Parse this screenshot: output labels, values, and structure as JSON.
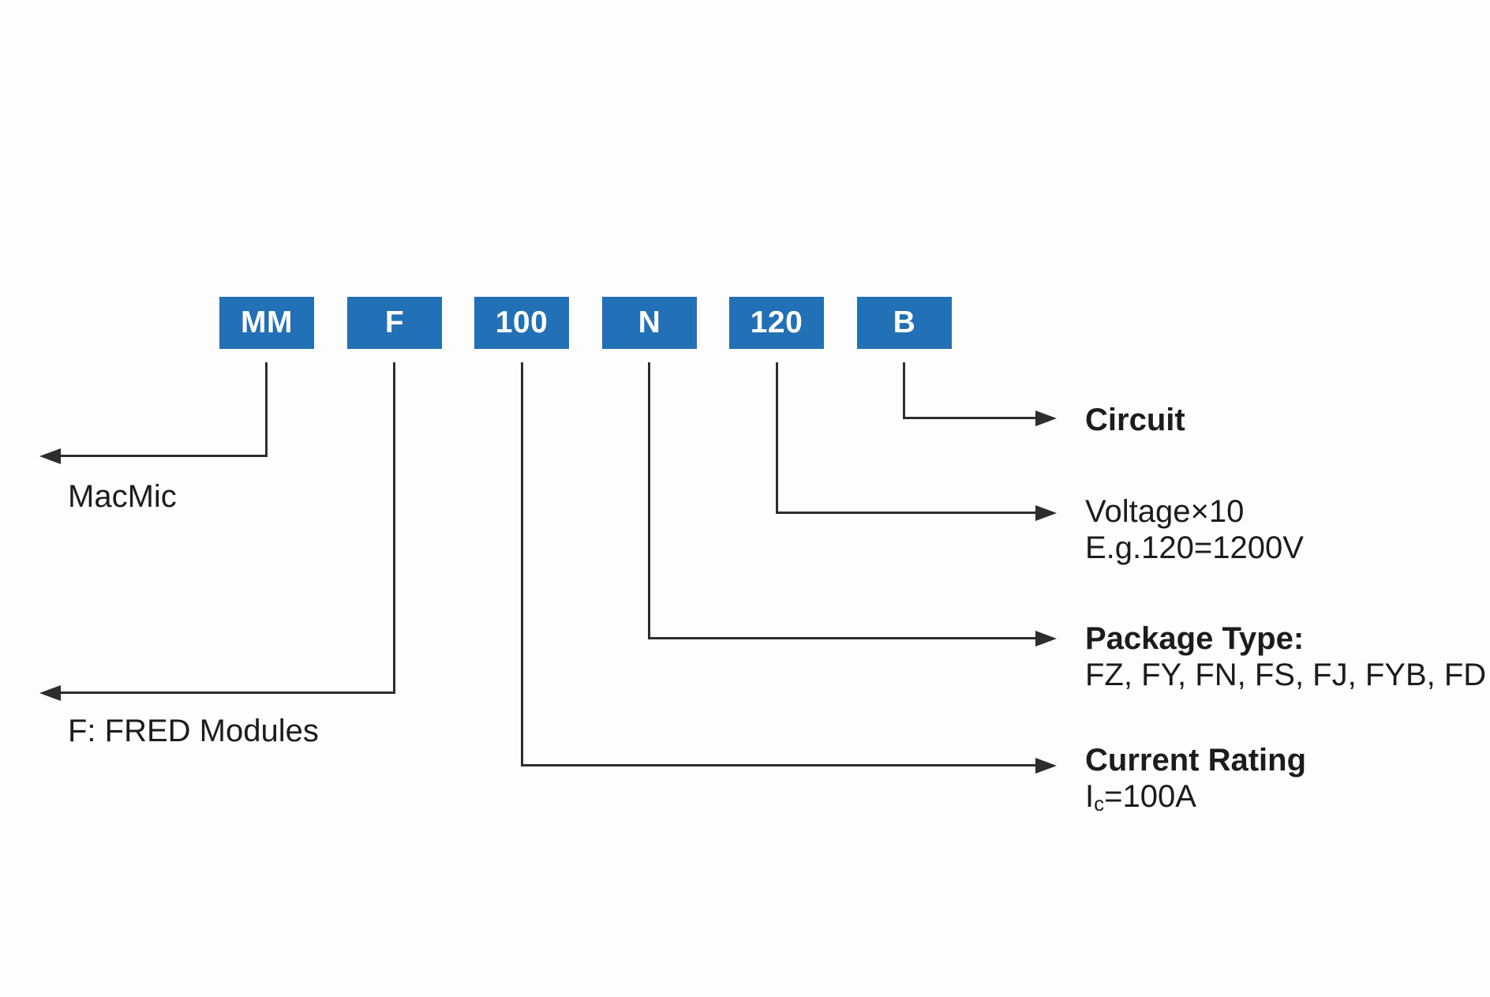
{
  "diagram": {
    "title": "Part number decoding diagram",
    "part_number": {
      "segments": [
        {
          "code": "MM"
        },
        {
          "code": "F"
        },
        {
          "code": "100"
        },
        {
          "code": "N"
        },
        {
          "code": "120"
        },
        {
          "code": "B"
        }
      ]
    },
    "callouts": {
      "manufacturer": {
        "label": "MacMic"
      },
      "series": {
        "label": "F: FRED Modules"
      },
      "circuit": {
        "title": "Circuit"
      },
      "voltage": {
        "title": "Voltage×10",
        "detail": "E.g.120=1200V"
      },
      "package": {
        "title": "Package Type:",
        "detail": "FZ, FY, FN, FS, FJ, FYB, FD"
      },
      "current": {
        "title": "Current Rating",
        "detail_symbol": "I",
        "detail_subscript": "c",
        "detail_value": "=100A"
      }
    },
    "colors": {
      "box_fill": "#2270b5",
      "box_text": "#ffffff",
      "line": "#2d2d2d",
      "label_text": "#1c1c1c",
      "background": "#fdfdfd"
    }
  }
}
